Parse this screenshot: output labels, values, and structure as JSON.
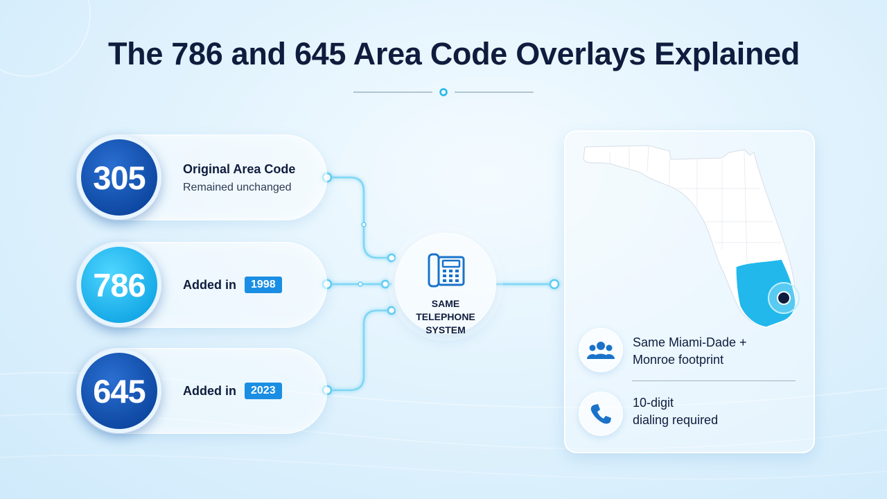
{
  "title": "The 786 and 645 Area Code Overlays Explained",
  "codes": [
    {
      "code": "305",
      "line1": "Original Area Code",
      "line2": "Remained unchanged"
    },
    {
      "code": "786",
      "label": "Added in",
      "year": "1998"
    },
    {
      "code": "645",
      "label": "Added in",
      "year": "2023"
    }
  ],
  "hub": {
    "icon": "telephone-icon",
    "line1": "SAME",
    "line2": "TELEPHONE",
    "line3": "SYSTEM"
  },
  "map": {
    "icon": "florida-map",
    "highlight_color": "#22b8ec",
    "marker": "location-pin-icon"
  },
  "info": [
    {
      "icon": "people-icon",
      "line1": "Same Miami-Dade +",
      "line2": "Monroe footprint"
    },
    {
      "icon": "phone-handset-icon",
      "line1": "10-digit",
      "line2": "dialing required"
    }
  ],
  "colors": {
    "primary_dark": "#0d47a1",
    "primary_light": "#14a8e6",
    "accent": "#1a8ee3",
    "connector": "#7fd6f4",
    "title": "#0f1c3d"
  }
}
